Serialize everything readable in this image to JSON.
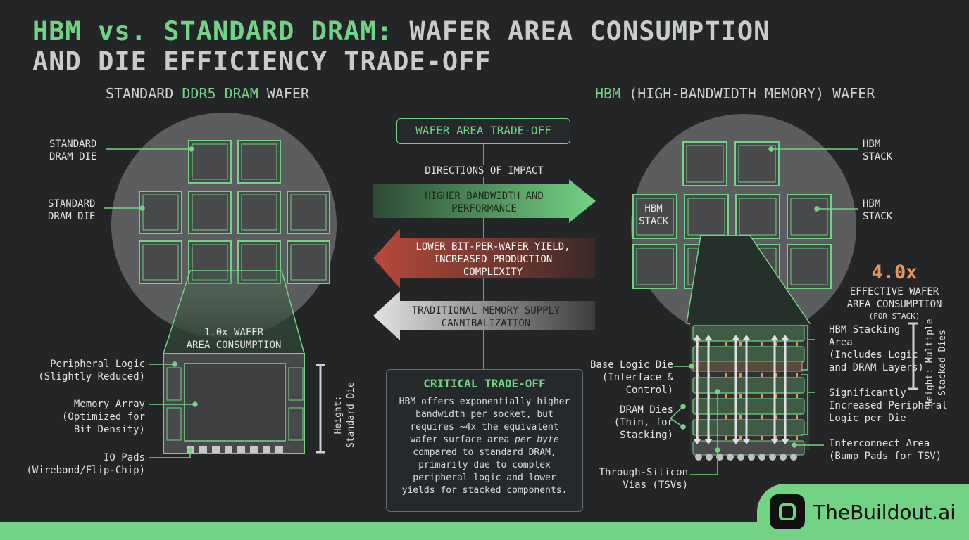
{
  "title": {
    "part1": "HBM vs. STANDARD DRAM:",
    "part2": " WAFER AREA CONSUMPTION",
    "line2": "AND DIE EFFICIENCY TRADE-OFF"
  },
  "left": {
    "heading_a": "STANDARD ",
    "heading_b": "DDR5 DRAM",
    "heading_c": " WAFER",
    "die_label_1": "STANDARD\nDRAM DIE",
    "die_label_2": "STANDARD\nDRAM DIE",
    "area": "1.0x WAFER\nAREA CONSUMPTION",
    "peripheral": "Peripheral Logic\n(Slightly Reduced)",
    "memory": "Memory Array\n(Optimized for\nBit Density)",
    "io": "IO Pads\n(Wirebond/Flip-Chip)",
    "height": "Height:\nStandard Die"
  },
  "center": {
    "box_title": "WAFER AREA TRADE-OFF",
    "directions": "DIRECTIONS OF IMPACT",
    "arrow_green": "HIGHER BANDWIDTH AND\nPERFORMANCE",
    "arrow_red": "LOWER BIT-PER-WAFER YIELD,\nINCREASED PRODUCTION\nCOMPLEXITY",
    "arrow_gray": "TRADITIONAL MEMORY SUPPLY\nCANNIBALIZATION",
    "critical_title": "CRITICAL TRADE-OFF",
    "critical_text_a": "HBM offers exponentially higher bandwidth per socket, but requires ~4x the equivalent wafer surface area ",
    "critical_text_em": "per byte",
    "critical_text_b": " compared to standard DRAM, primarily due to complex peripheral logic and lower yields for stacked components."
  },
  "right": {
    "heading_a": "HBM",
    "heading_b": " (HIGH-BANDWIDTH MEMORY) WAFER",
    "stack_1": "HBM\nSTACK",
    "stack_2": "HBM\nSTACK",
    "stack_3": "HBM\nSTACK",
    "multiplier": "4.0x",
    "effective": "EFFECTIVE WAFER\nAREA CONSUMPTION",
    "for_stack": "(FOR STACK)",
    "stacking_area": "HBM Stacking\nArea\n(Includes Logic\nand DRAM Layers)",
    "base_logic": "Base Logic Die\n(Interface &\nControl)",
    "dram_dies": "DRAM Dies\n(Thin, for\nStacking)",
    "peripheral": "Significantly\nIncreased Peripheral\nLogic per Die",
    "interconnect": "Interconnect Area\n(Bump Pads for TSV)",
    "tsv": "Through-Silicon\nVias (TSVs)",
    "height": "Height: Multiple\nStacked Dies"
  },
  "brand": {
    "name": "TheBuildout.ai"
  },
  "colors": {
    "background": "#232527",
    "accent": "#72d384",
    "warning": "#b9493a",
    "highlight": "#e8945a"
  }
}
